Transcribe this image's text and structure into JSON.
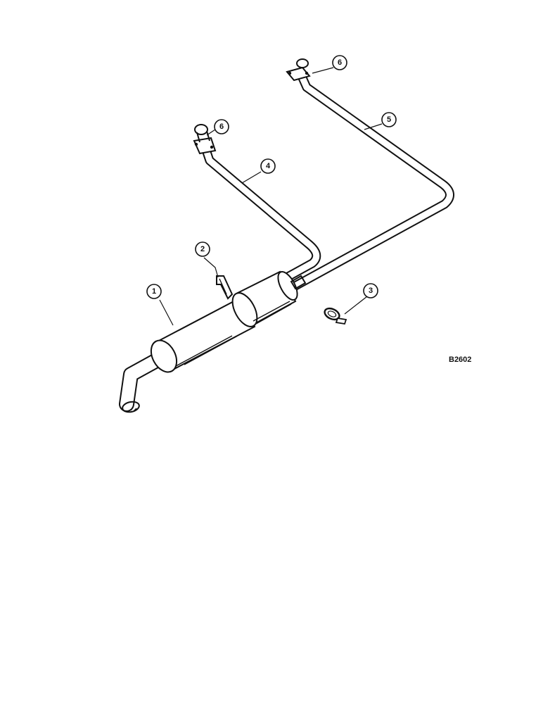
{
  "figure": {
    "reference_code": "B2602"
  },
  "callouts": [
    {
      "id": "callout-1",
      "label": "1"
    },
    {
      "id": "callout-2",
      "label": "2"
    },
    {
      "id": "callout-3",
      "label": "3"
    },
    {
      "id": "callout-4",
      "label": "4"
    },
    {
      "id": "callout-5",
      "label": "5"
    },
    {
      "id": "callout-6a",
      "label": "6"
    },
    {
      "id": "callout-6b",
      "label": "6"
    }
  ]
}
